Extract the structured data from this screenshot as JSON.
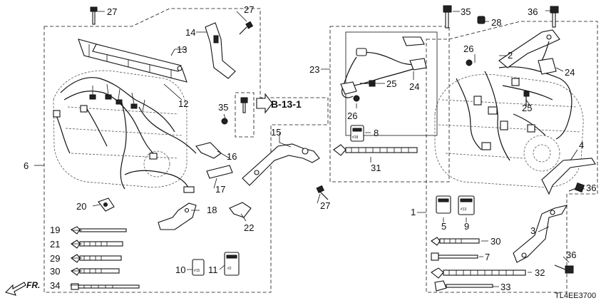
{
  "diagram": {
    "reference_label": "B-13-1",
    "diagram_code": "TL4EE3700",
    "direction_label": "FR.",
    "callouts": {
      "c1": "1",
      "c2": "2",
      "c3": "3",
      "c4": "4",
      "c5": "5",
      "c6": "6",
      "c7": "7",
      "c8": "8",
      "c9": "9",
      "c10": "10",
      "c11": "11",
      "c12": "12",
      "c13": "13",
      "c14": "14",
      "c15": "15",
      "c16": "16",
      "c17": "17",
      "c18": "18",
      "c19": "19",
      "c20": "20",
      "c21": "21",
      "c22": "22",
      "c23": "23",
      "c24a": "24",
      "c24b": "24",
      "c25a": "25",
      "c25b": "25",
      "c26a": "26",
      "c26b": "26",
      "c27a": "27",
      "c27b": "27",
      "c27c": "27",
      "c28": "28",
      "c29": "29",
      "c30a": "30",
      "c30b": "30",
      "c31": "31",
      "c32": "32",
      "c33": "33",
      "c34": "34",
      "c35a": "35",
      "c35b": "35",
      "c36a": "36",
      "c36b": "36",
      "c36c": "36"
    },
    "clip_marks": {
      "m8": "#18",
      "m9": "#13",
      "m10": "#15",
      "m11": "#2"
    }
  }
}
